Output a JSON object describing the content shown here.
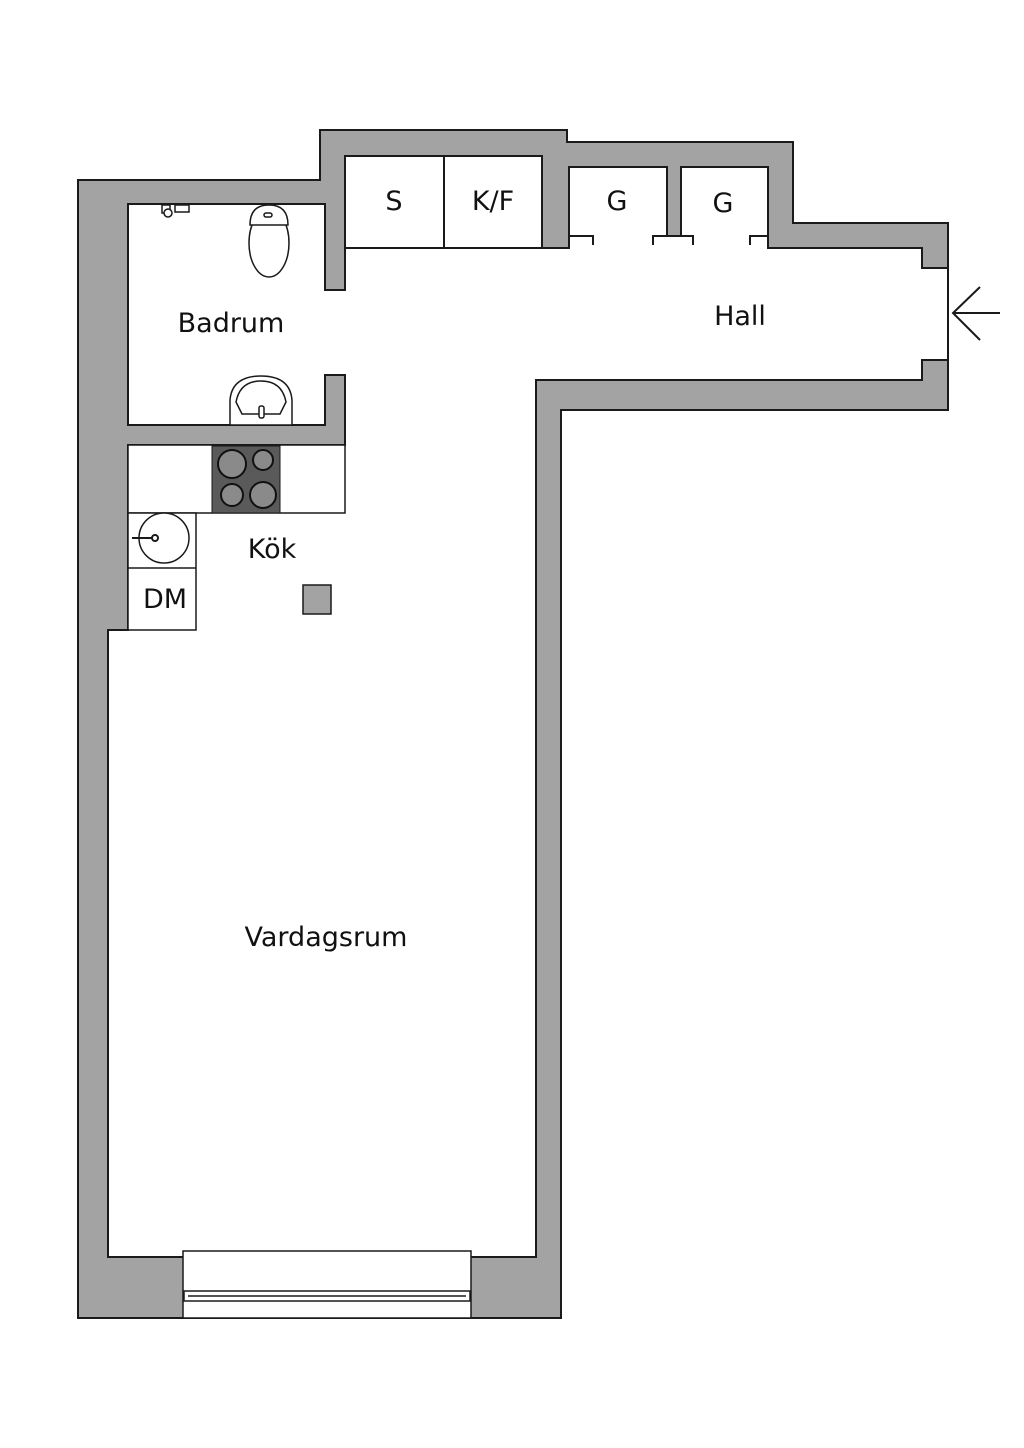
{
  "rooms": {
    "bathroom": "Badrum",
    "hall": "Hall",
    "kitchen": "Kök",
    "living": "Vardagsrum",
    "closet_s": "S",
    "closet_kf": "K/F",
    "wardrobe_1": "G",
    "wardrobe_2": "G",
    "dishwasher": "DM"
  },
  "colors": {
    "wall": "#a3a3a3",
    "stove": "#5a5a5a",
    "line": "#1a1a1a"
  },
  "icons": [
    "entrance-arrow-icon",
    "toilet-icon",
    "washbasin-icon",
    "shower-icon",
    "stove-icon",
    "kitchen-sink-icon"
  ]
}
